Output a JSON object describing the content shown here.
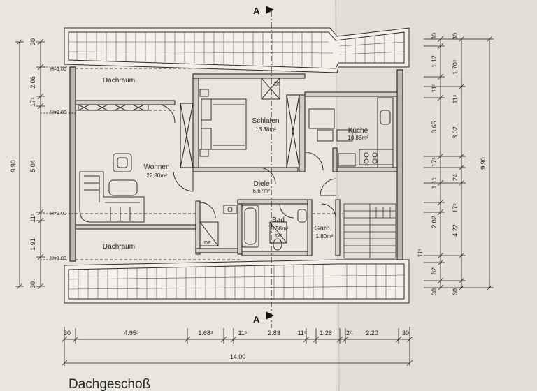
{
  "title": "Dachgeschoß",
  "section_label": "A",
  "rooms": {
    "dachraum_top": "Dachraum",
    "dachraum_bottom": "Dachraum",
    "wohnen": "Wohnen",
    "wohnen_area": "22.80m²",
    "schlafen": "Schlafen",
    "schlafen_area": "13.38m²",
    "kueche": "Küche",
    "kueche_area": "10.86m²",
    "diele": "Diele",
    "diele_area": "6.67m²",
    "bad": "Bad",
    "bad_area": "3.58m²",
    "gard": "Gard.",
    "gard_area": "1.80m²",
    "df": "DF"
  },
  "heights": {
    "h100": "H=1.00",
    "h200": "H=2.00"
  },
  "dims_left": {
    "top30": "30",
    "d206": "2.06",
    "d175": "17⁵",
    "d504": "5.04",
    "d11a": "11⁵",
    "d191": "1.91",
    "bot30": "30",
    "total": "9.90"
  },
  "dims_right_inner": {
    "top30": "30",
    "d112": "1.12",
    "d115a": "11⁵",
    "d365": "3.65",
    "d175": "17⁵",
    "d111": "1.11",
    "d202": "2.02",
    "d115b": "11⁵",
    "d82": "82",
    "bot30": "30"
  },
  "dims_right_outer": {
    "top30": "30",
    "d1705": "1.70⁵",
    "d115": "11⁵",
    "d302": "3.02",
    "d24": "24",
    "d175": "17⁵",
    "d422": "4.22",
    "bot30": "30",
    "total": "9.90"
  },
  "dims_bottom": {
    "d30a": "30",
    "d495": "4.95⁵",
    "d168": "1.68⁵",
    "d115a": "11⁵",
    "d283": "2.83",
    "d115b": "11⁵",
    "d126": "1.26",
    "d24": "24",
    "d220": "2.20",
    "d30b": "30",
    "total": "14.00"
  }
}
